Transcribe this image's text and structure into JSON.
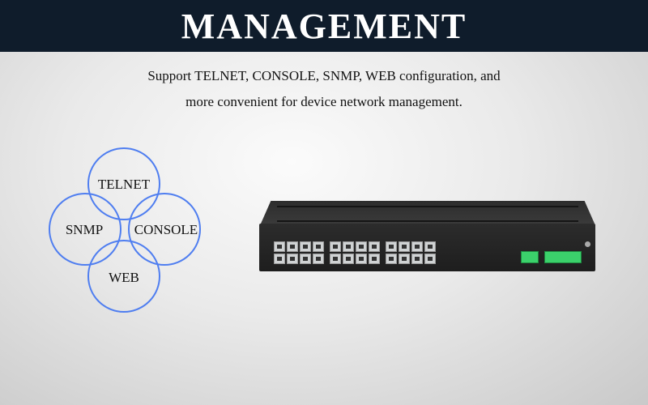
{
  "title": "MANAGEMENT",
  "subtitle_lines": [
    "Support TELNET, CONSOLE, SNMP, WEB configuration, and",
    "more convenient for device network management."
  ],
  "diagram": {
    "labels": [
      "TELNET",
      "SNMP",
      "CONSOLE",
      "WEB"
    ],
    "circle_color": "#4f7ef0"
  },
  "colors": {
    "banner": "#0f1c2b",
    "terminal": "#3bd16b"
  }
}
